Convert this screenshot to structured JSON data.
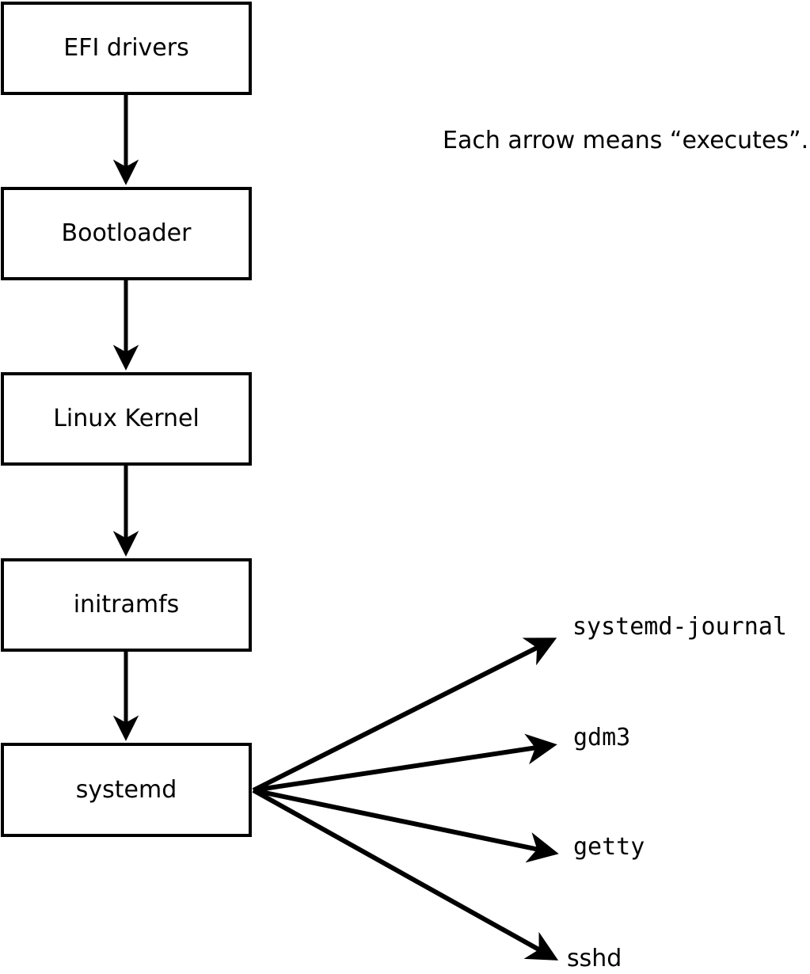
{
  "colors": {
    "ink": "#000000",
    "background": "#ffffff"
  },
  "annotation": "Each arrow means “executes”.",
  "diagram": {
    "chain": [
      {
        "id": "efi-drivers",
        "label": "EFI drivers"
      },
      {
        "id": "bootloader",
        "label": "Bootloader"
      },
      {
        "id": "linux-kernel",
        "label": "Linux Kernel"
      },
      {
        "id": "initramfs",
        "label": "initramfs"
      },
      {
        "id": "systemd",
        "label": "systemd"
      }
    ],
    "spawned": [
      {
        "id": "systemd-journal",
        "label": "systemd-journal"
      },
      {
        "id": "gdm3",
        "label": "gdm3"
      },
      {
        "id": "getty",
        "label": "getty"
      },
      {
        "id": "sshd",
        "label": "sshd"
      }
    ]
  }
}
